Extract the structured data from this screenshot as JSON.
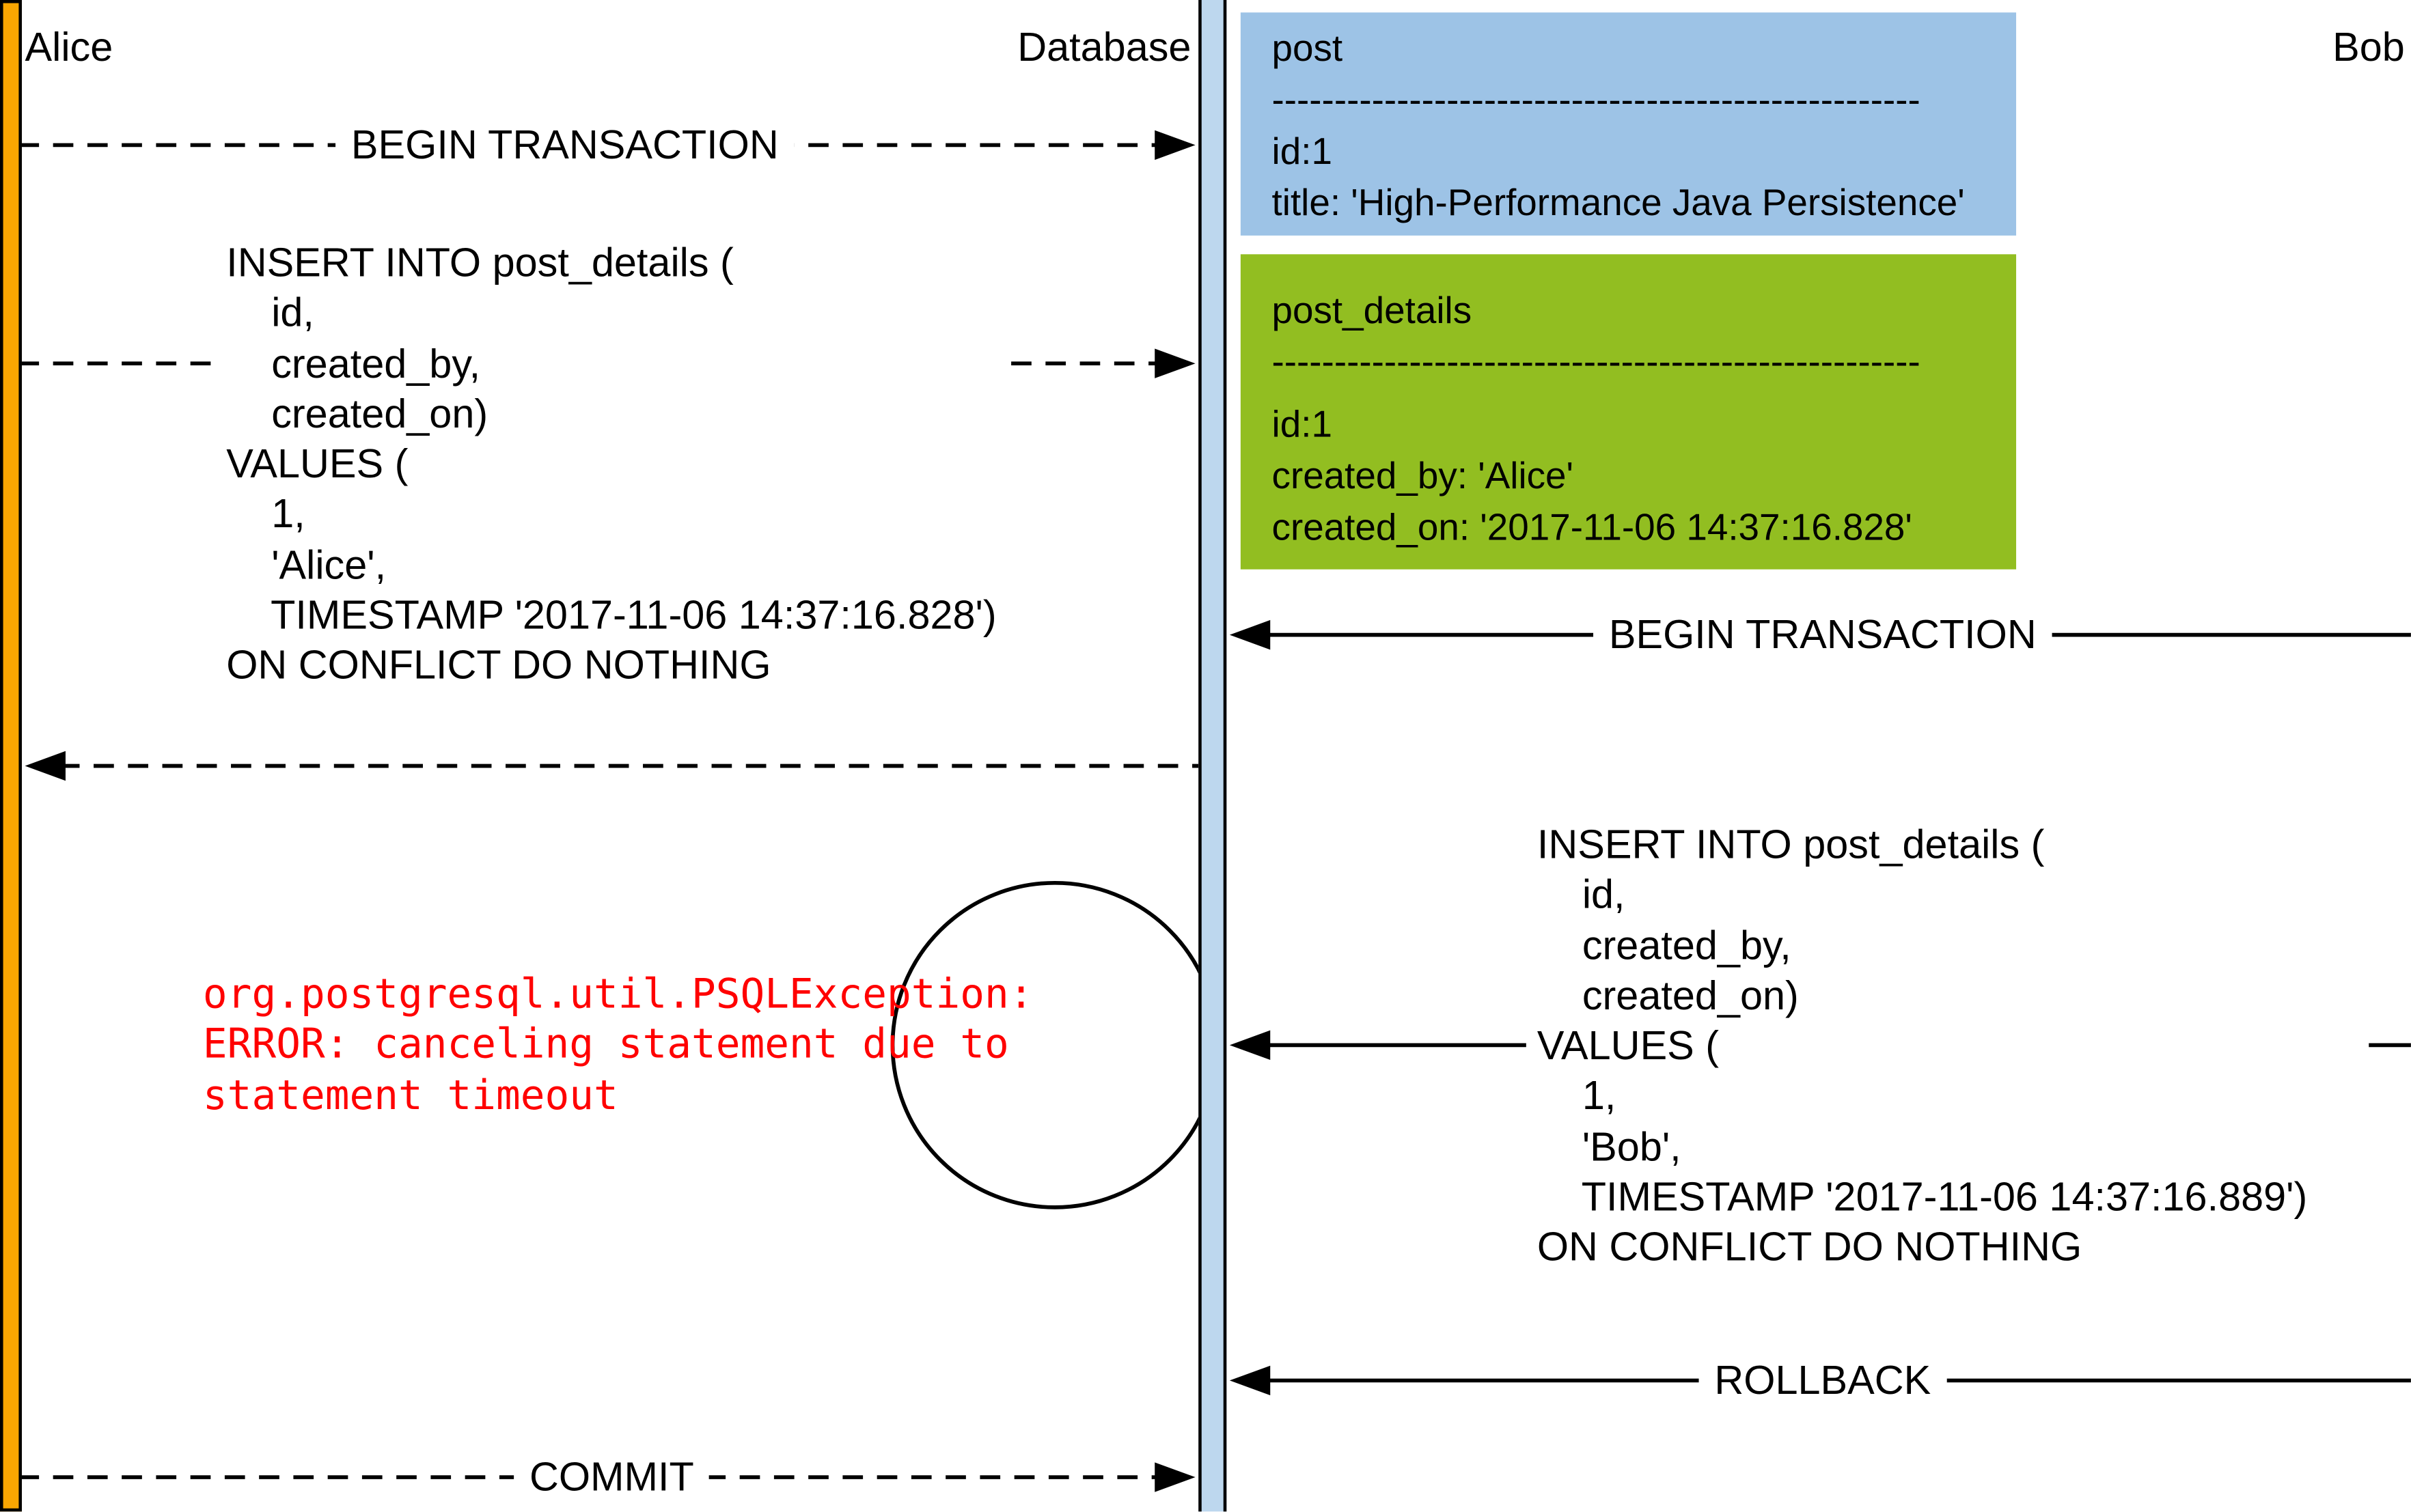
{
  "actors": {
    "alice": "Alice",
    "database": "Database",
    "bob": "Bob"
  },
  "arrows": {
    "begin_transaction_alice": "BEGIN TRANSACTION",
    "begin_transaction_bob": "BEGIN TRANSACTION",
    "rollback": "ROLLBACK",
    "commit": "COMMIT"
  },
  "alice_sql": "INSERT INTO post_details (\n    id,\n    created_by,\n    created_on)\nVALUES (\n    1,\n    'Alice',\n    TIMESTAMP '2017-11-06 14:37:16.828')\nON CONFLICT DO NOTHING",
  "bob_sql": "INSERT INTO post_details (\n    id,\n    created_by,\n    created_on)\nVALUES (\n    1,\n    'Bob',\n    TIMESTAMP '2017-11-06 14:37:16.889')\nON CONFLICT DO NOTHING",
  "error_text": "org.postgresql.util.PSQLException:\nERROR: canceling statement due to\nstatement timeout",
  "post_box": {
    "title": "post",
    "separator": "----------------------------------------------------",
    "rows": [
      "id:1",
      "title: 'High-Performance Java Persistence'"
    ]
  },
  "post_details_box": {
    "title": "post_details",
    "separator": "----------------------------------------------------",
    "rows": [
      "id:1",
      "created_by: 'Alice'",
      "created_on: '2017-11-06 14:37:16.828'"
    ]
  },
  "colors": {
    "alice_lifeline": "#F9A602",
    "database_lifeline": "#BDD7EE",
    "post_box_bg": "#9DC3E6",
    "post_details_box_bg": "#92BE21",
    "error": "#FF0000"
  }
}
